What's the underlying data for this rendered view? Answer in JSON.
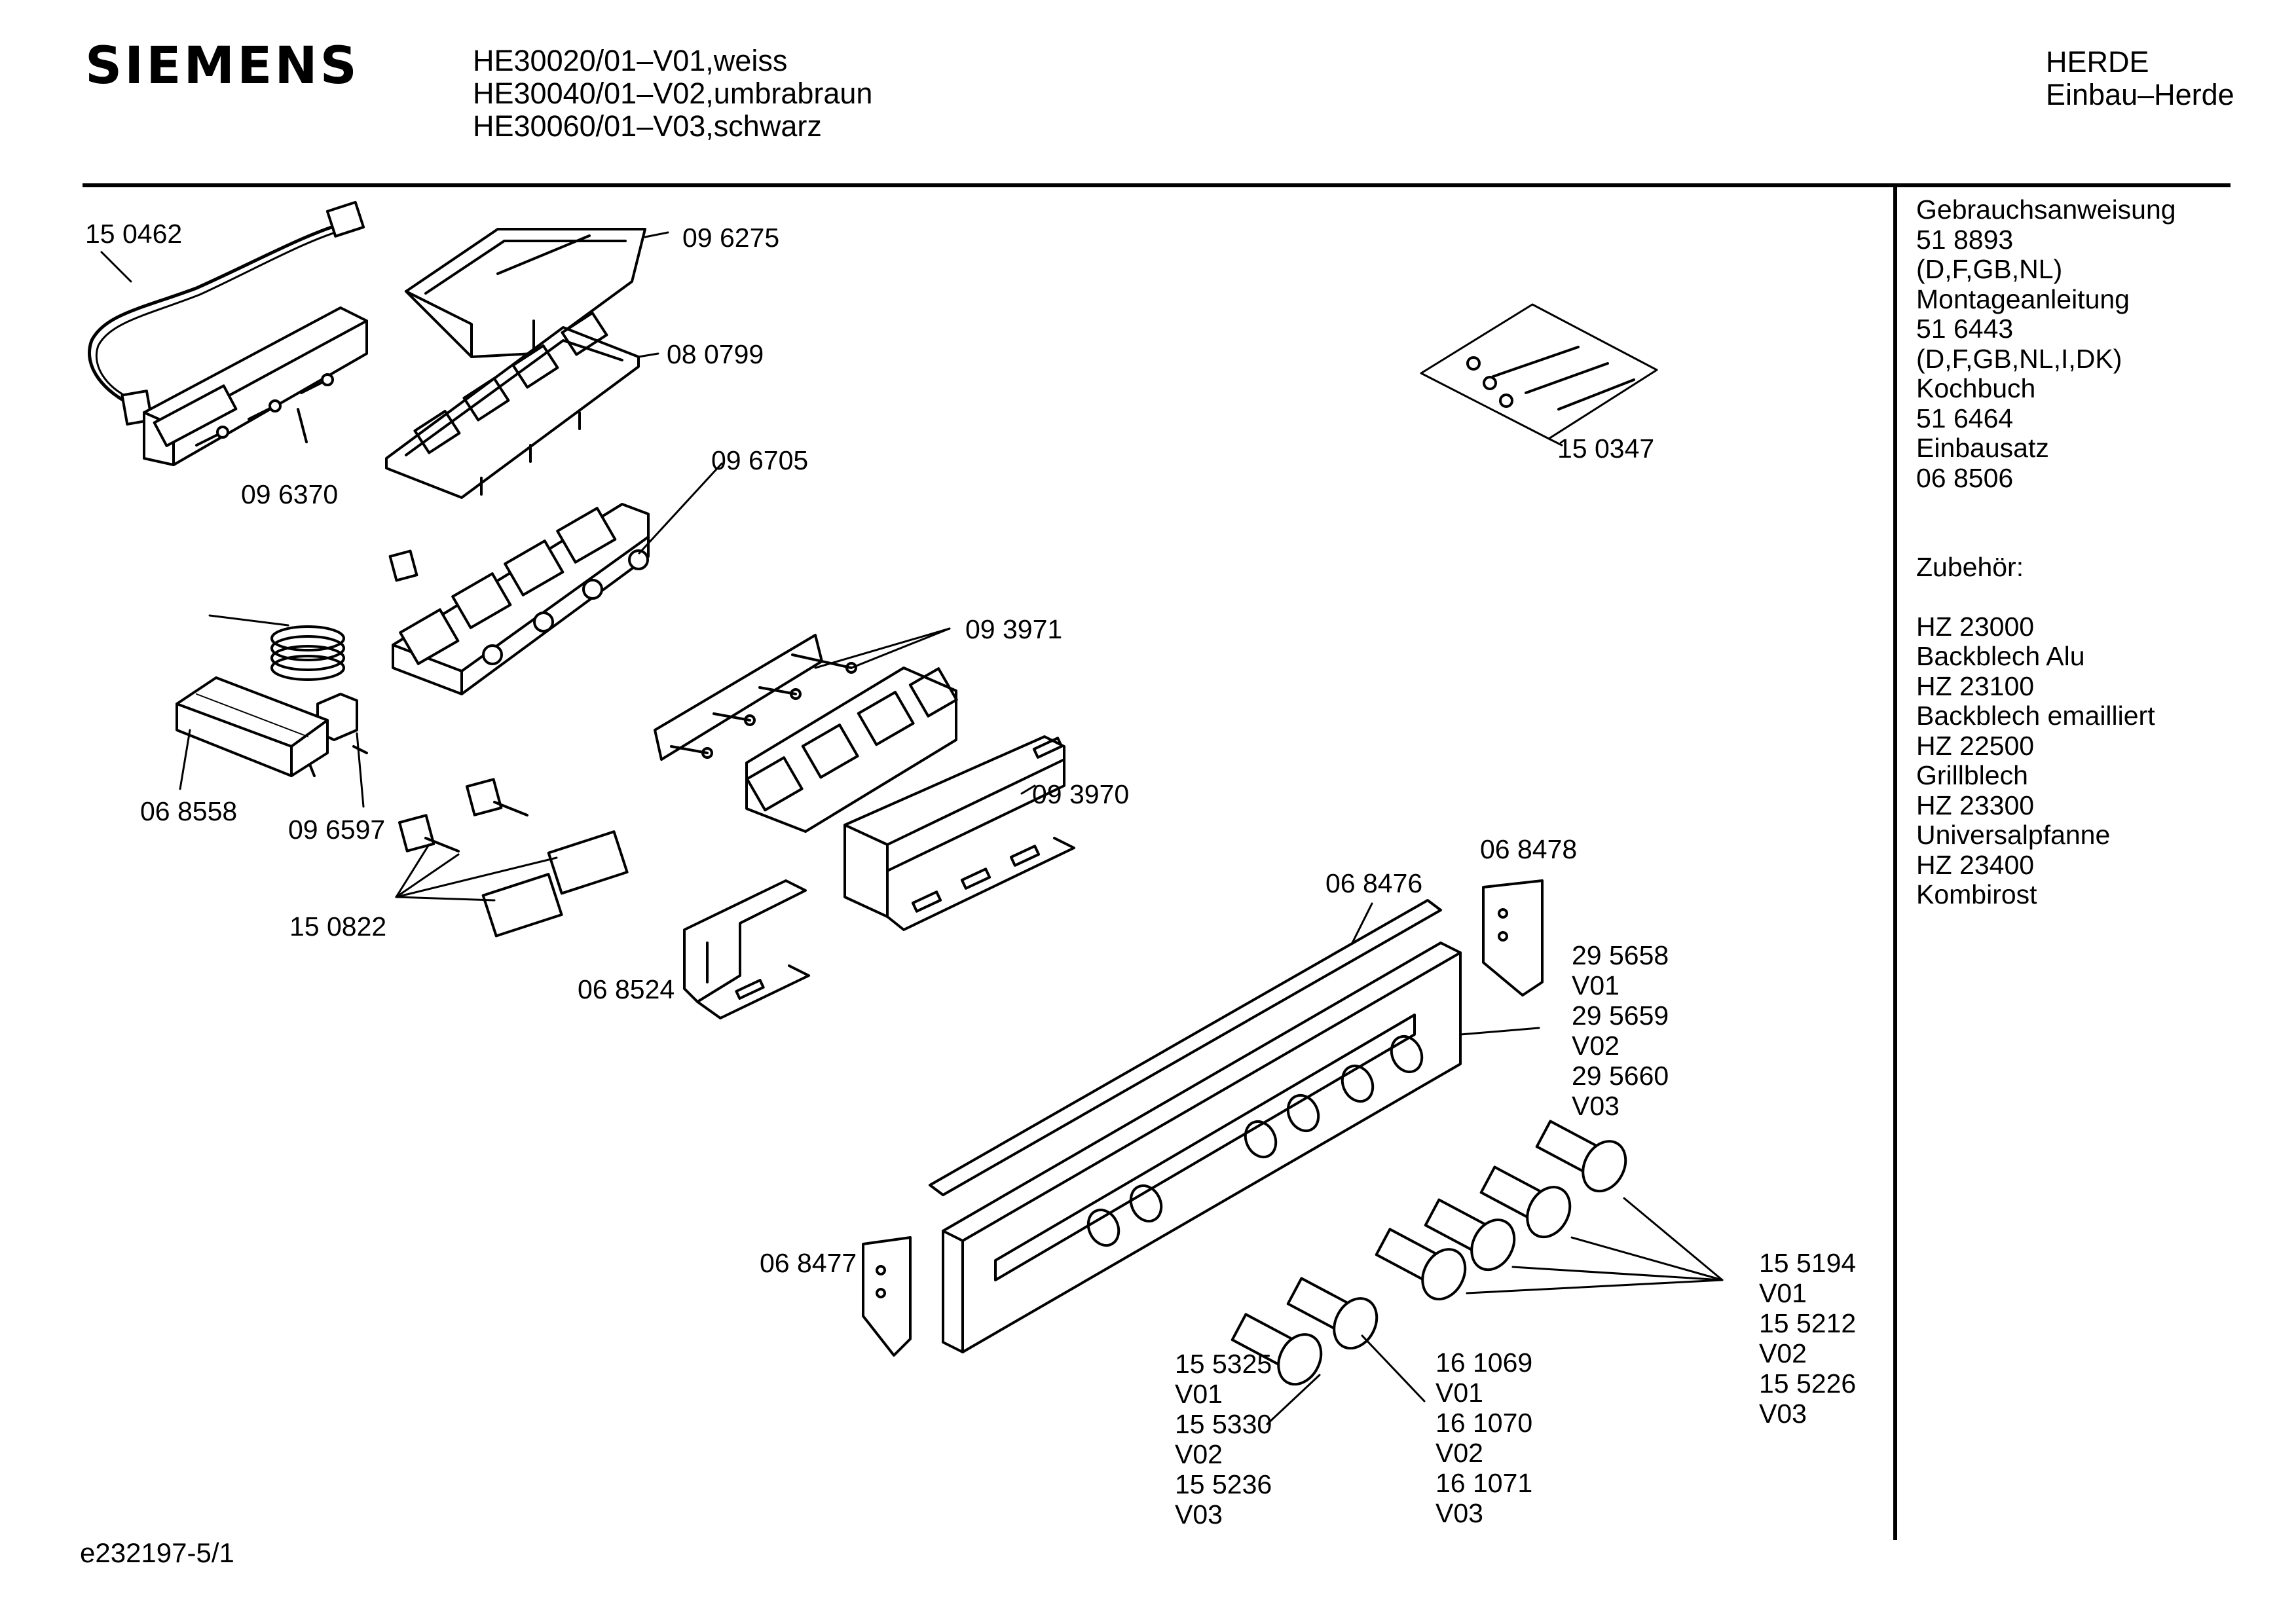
{
  "header": {
    "brand": "SIEMENS",
    "models": [
      "HE30020/01–V01,weiss",
      "HE30040/01–V02,umbrabraun",
      "HE30060/01–V03,schwarz"
    ],
    "category": [
      "HERDE",
      "Einbau–Herde"
    ]
  },
  "sidebar": {
    "manuals": [
      "Gebrauchsanweisung",
      "51 8893",
      "(D,F,GB,NL)",
      "Montageanleitung",
      "51 6443",
      "(D,F,GB,NL,I,DK)",
      "Kochbuch",
      "51 6464",
      "Einbausatz",
      "06 8506"
    ],
    "accessories_title": "Zubehör:",
    "accessories": [
      "HZ 23000",
      "Backblech Alu",
      "HZ 23100",
      "Backblech emailliert",
      "HZ 22500",
      "Grillblech",
      "HZ 23300",
      "Universalpfanne",
      "HZ 23400",
      "Kombirost"
    ]
  },
  "parts": {
    "p150462": "15 0462",
    "p096275": "09 6275",
    "p080799": "08 0799",
    "p096370": "09 6370",
    "p096705": "09 6705",
    "p150347": "15 0347",
    "p093971": "09 3971",
    "p068558": "06 8558",
    "p096597": "09 6597",
    "p093970": "09 3970",
    "p150822": "15 0822",
    "p068478": "06 8478",
    "p068476": "06 8476",
    "p068524": "06 8524",
    "p068477": "06 8477",
    "panel": [
      "29 5658",
      "V01",
      "29 5659",
      "V02",
      "29 5660",
      "V03"
    ],
    "knob_right": [
      "15 5194",
      "V01",
      "15 5212",
      "V02",
      "15 5226",
      "V03"
    ],
    "knob_left_a": [
      "15 5325",
      "V01",
      "15 5330",
      "V02",
      "15 5236",
      "V03"
    ],
    "knob_left_b": [
      "16 1069",
      "V01",
      "16 1070",
      "V02",
      "16 1071",
      "V03"
    ]
  },
  "footer": {
    "code": "e232197-5/1"
  }
}
